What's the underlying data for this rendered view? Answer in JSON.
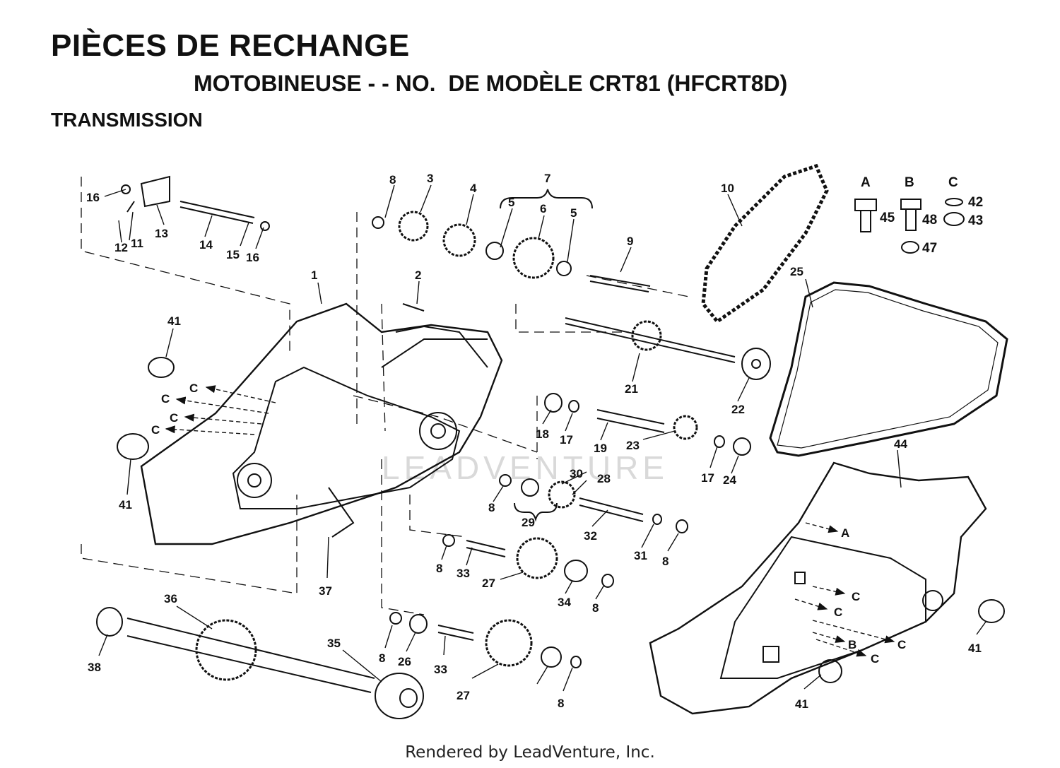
{
  "header": {
    "title": "PIÈCES DE RECHANGE",
    "subtitle": "MOTOBINEUSE - - NO.  DE MODÈLE CRT81 (HFCRT8D)",
    "section": "TRANSMISSION"
  },
  "footer": {
    "text": "Rendered by LeadVenture, Inc."
  },
  "watermark": {
    "text": "LEADVENTURE"
  },
  "hardware_legend": [
    {
      "letter": "A",
      "part": "45"
    },
    {
      "letter": "B",
      "part": "48",
      "extra": "47"
    },
    {
      "letter": "C",
      "part": "42",
      "extra": "43"
    }
  ],
  "callouts": [
    "1",
    "2",
    "3",
    "4",
    "5",
    "5",
    "6",
    "7",
    "8",
    "8",
    "8",
    "8",
    "8",
    "8",
    "8",
    "9",
    "10",
    "11",
    "12",
    "13",
    "14",
    "15",
    "16",
    "16",
    "17",
    "17",
    "18",
    "19",
    "21",
    "22",
    "23",
    "24",
    "25",
    "26",
    "27",
    "27",
    "28",
    "29",
    "30",
    "31",
    "32",
    "33",
    "33",
    "34",
    "35",
    "36",
    "37",
    "38",
    "41",
    "41",
    "41",
    "41",
    "44"
  ],
  "arrow_labels": [
    "C",
    "C",
    "C",
    "C",
    "A",
    "C",
    "C",
    "B",
    "C",
    "C"
  ]
}
